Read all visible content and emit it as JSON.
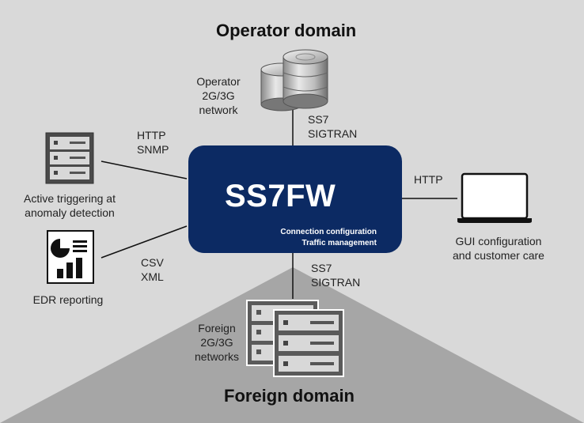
{
  "domains": {
    "operator_title": "Operator domain",
    "foreign_title": "Foreign domain"
  },
  "firewall": {
    "title": "SS7FW",
    "subtitle": "Connection configuration\nTraffic management",
    "icon": "database-server-icon"
  },
  "nodes": {
    "operator_network": {
      "label": "Operator\n2G/3G\nnetwork",
      "icon": "server-stack-icon"
    },
    "foreign_networks": {
      "label": "Foreign\n2G/3G\nnetworks",
      "icon": "rack-server-icon"
    },
    "active_triggering": {
      "label": "Active triggering at\nanomaly detection",
      "icon": "rack-server-icon"
    },
    "edr_reporting": {
      "label": "EDR reporting",
      "icon": "report-chart-icon"
    },
    "gui": {
      "label": "GUI configuration\nand customer care",
      "icon": "laptop-icon"
    }
  },
  "links": {
    "operator": "SS7\nSIGTRAN",
    "foreign": "SS7\nSIGTRAN",
    "triggering": "HTTP\nSNMP",
    "edr": "CSV\nXML",
    "gui": "HTTP"
  },
  "colors": {
    "background": "#d9d9d9",
    "foreign_domain": "#a6a6a6",
    "firewall_box": "#0c2a63"
  }
}
